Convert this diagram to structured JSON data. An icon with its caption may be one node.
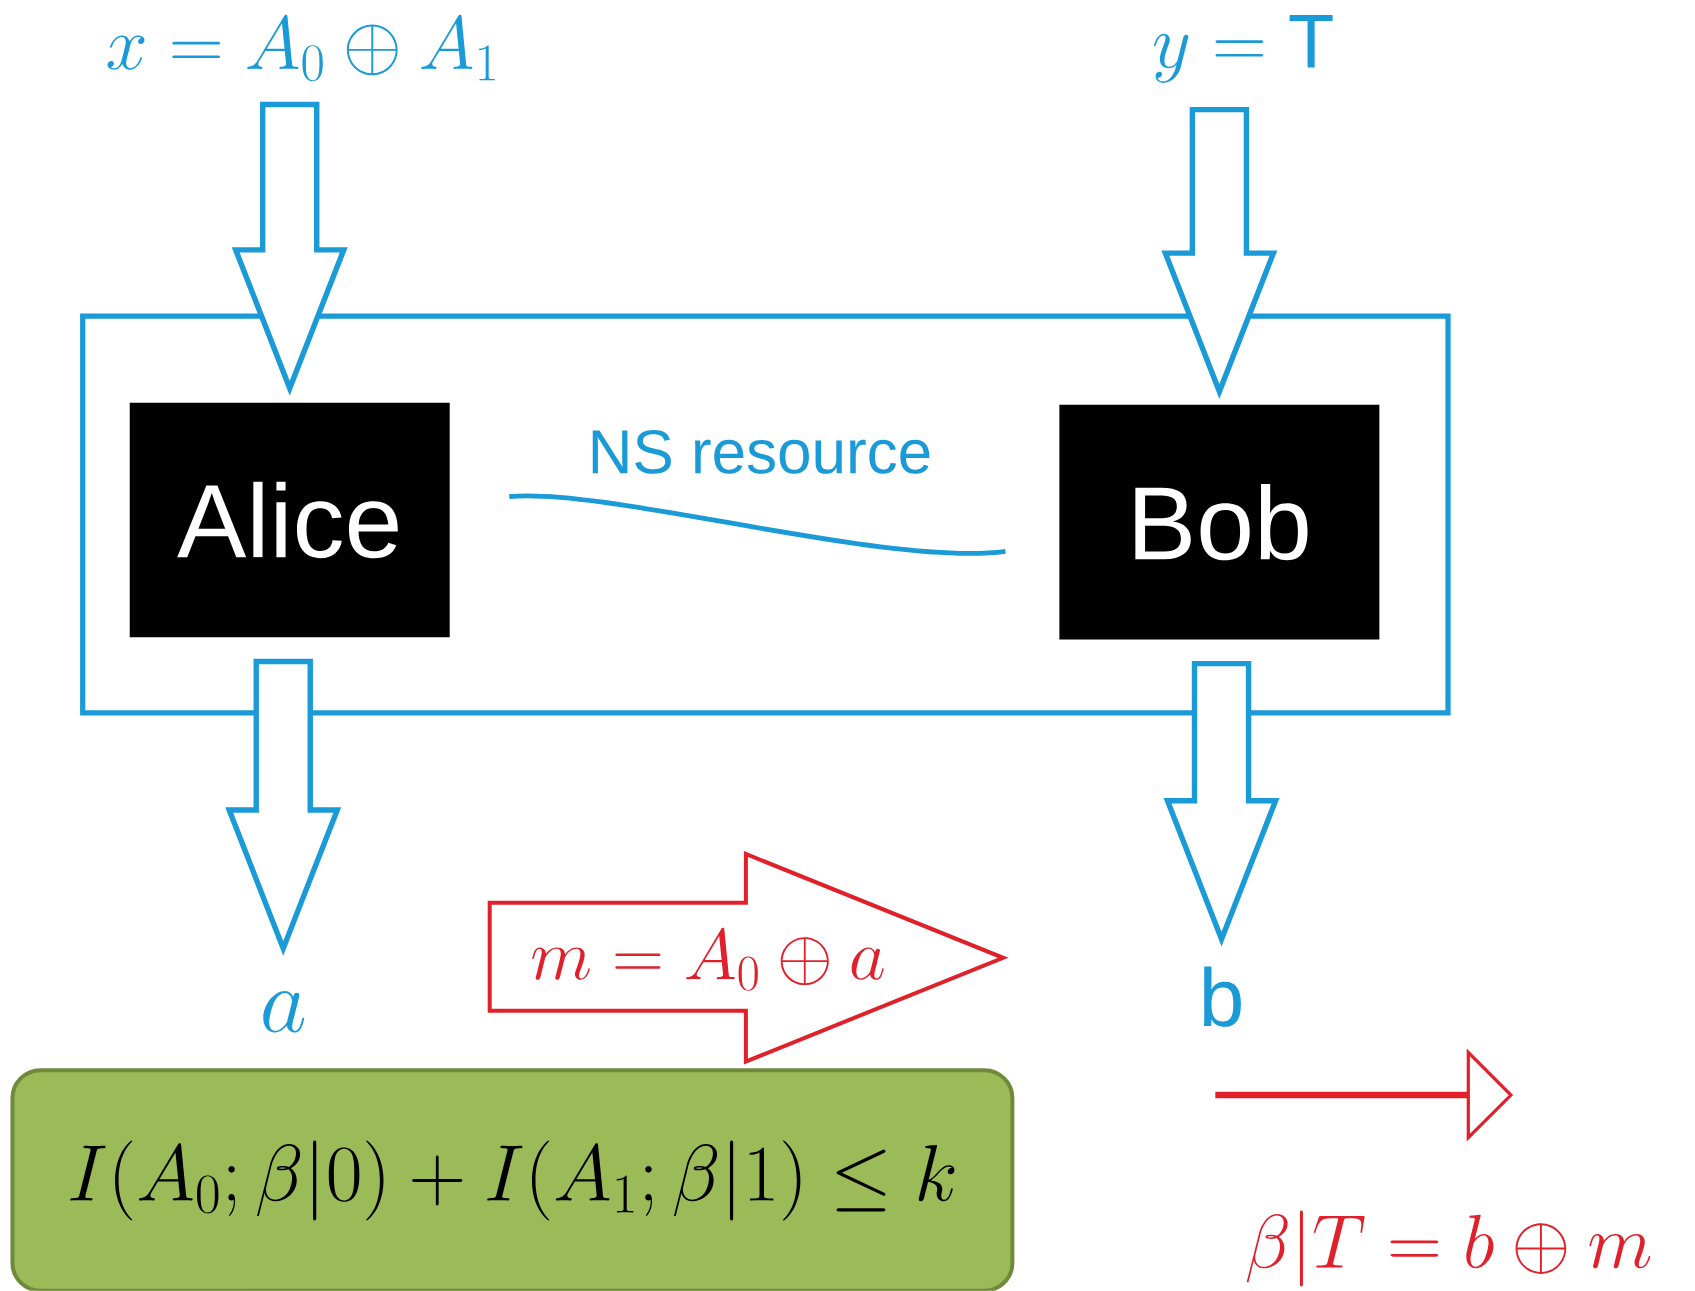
{
  "diagram": {
    "nodes": [
      {
        "text": [
          "x = A_0 \\oplus A_1"
        ]
      },
      {
        "text": [
          "y = \\mathrm{T}"
        ]
      },
      {
        "text": [],
        "shape": "box"
      },
      {
        "text": [
          "Alice"
        ],
        "in": 2
      },
      {
        "text": [
          "Bob"
        ],
        "in": 2
      },
      {
        "text": [
          "a"
        ]
      },
      {
        "text": [
          "m = A_0 \\oplus a"
        ]
      },
      {
        "text": [
          "b"
        ]
      },
      {
        "text": [
          "I(A_0;\\beta|0) + I(A_1;\\beta|1) \\le k"
        ]
      },
      {
        "text": [],
        "shape": "arrow"
      },
      {
        "text": [
          "\\beta|T = b \\oplus m"
        ]
      }
    ],
    "edges": [
      {
        "from": 0,
        "to": 3,
        "arrow": "to"
      },
      {
        "from": 1,
        "to": 4,
        "arrow": "to"
      },
      {
        "from": 3,
        "to": 4,
        "arrow": "none",
        "label": "NS resource"
      },
      {
        "from": 3,
        "to": 5,
        "arrow": "to"
      },
      {
        "from": 4,
        "to": 7,
        "arrow": "to"
      }
    ]
  }
}
